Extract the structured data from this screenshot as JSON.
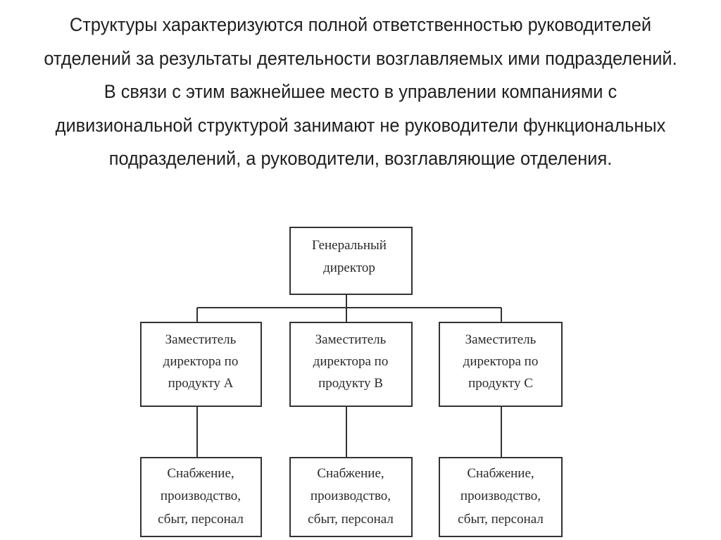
{
  "slide": {
    "intro_text": "Структуры характеризуются полной ответственностью руководителей отделений за результаты деятельности возглавляемых ими подразделений. В связи с этим важнейшее место в управлении компаниями с дивизиональной структурой занимают не руководители функциональных подразделений, а руководители, возглавляющие отделения."
  },
  "org_chart": {
    "root": {
      "lines": [
        "Генеральный",
        "директор"
      ]
    },
    "deputies": [
      {
        "lines": [
          "Заместитель",
          "директора по",
          "продукту А"
        ]
      },
      {
        "lines": [
          "Заместитель",
          "директора по",
          "продукту В"
        ]
      },
      {
        "lines": [
          "Заместитель",
          "директора по",
          "продукту С"
        ]
      }
    ],
    "functions": [
      {
        "lines": [
          "Снабжение,",
          "производство,",
          "сбыт, персонал"
        ]
      },
      {
        "lines": [
          "Снабжение,",
          "производство,",
          "сбыт, персонал"
        ]
      },
      {
        "lines": [
          "Снабжение,",
          "производство,",
          "сбыт, персонал"
        ]
      }
    ],
    "colors": {
      "border": "#333333",
      "text": "#2a2a2a",
      "title_accent": "#c0392b"
    }
  }
}
